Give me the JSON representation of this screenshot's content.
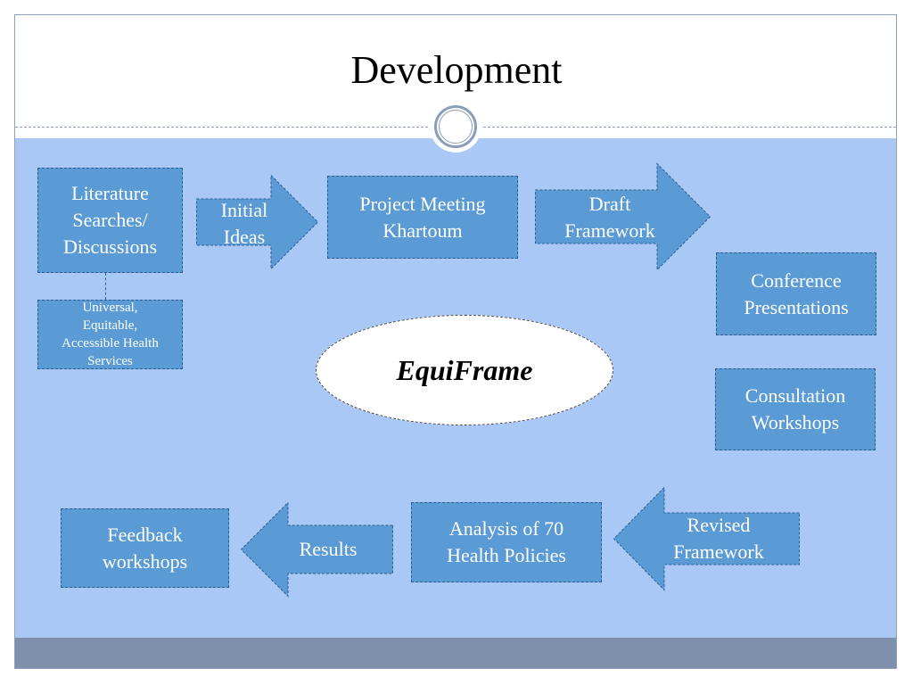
{
  "title": "Development",
  "center": "EquiFrame",
  "boxes": {
    "literature": "Literature\nSearches/\nDiscussions",
    "universal": "Universal,\nEquitable,\nAccessible Health\nServices",
    "project_meeting": "Project Meeting\nKhartoum",
    "conference": "Conference\nPresentations",
    "consultation": "Consultation\nWorkshops",
    "analysis": "Analysis of 70\nHealth Policies",
    "feedback": "Feedback\nworkshops"
  },
  "arrows": {
    "initial_ideas": "Initial\nIdeas",
    "draft_framework": "Draft\nFramework",
    "revised_framework": "Revised\nFramework",
    "results": "Results"
  },
  "colors": {
    "box_fill": "#5b9bd5",
    "content_bg": "#a9c8f5",
    "footer_bar": "#7e90ab"
  }
}
